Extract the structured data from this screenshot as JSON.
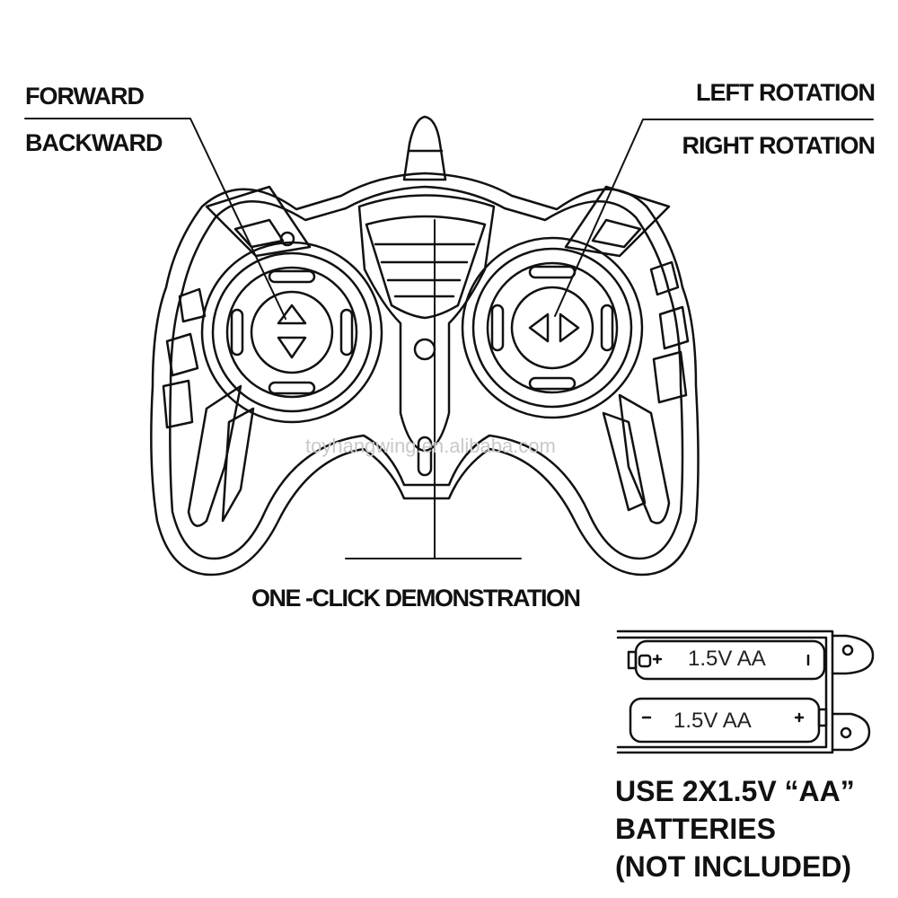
{
  "labels": {
    "forward": "FORWARD",
    "backward": "BACKWARD",
    "left_rotation": "LEFT ROTATION",
    "right_rotation": "RIGHT ROTATION",
    "demo": "ONE -CLICK DEMONSTRATION"
  },
  "battery": {
    "cell1": "1.5V AA",
    "cell2": "1.5V AA",
    "note_line1": "USE 2X1.5V “AA”",
    "note_line2": "BATTERIES",
    "note_line3": "(NOT INCLUDED)"
  },
  "watermark": "toyhangwing.en.alibaba.com",
  "colors": {
    "line": "#111111",
    "background": "#ffffff",
    "watermark": "#c9c9c9"
  }
}
